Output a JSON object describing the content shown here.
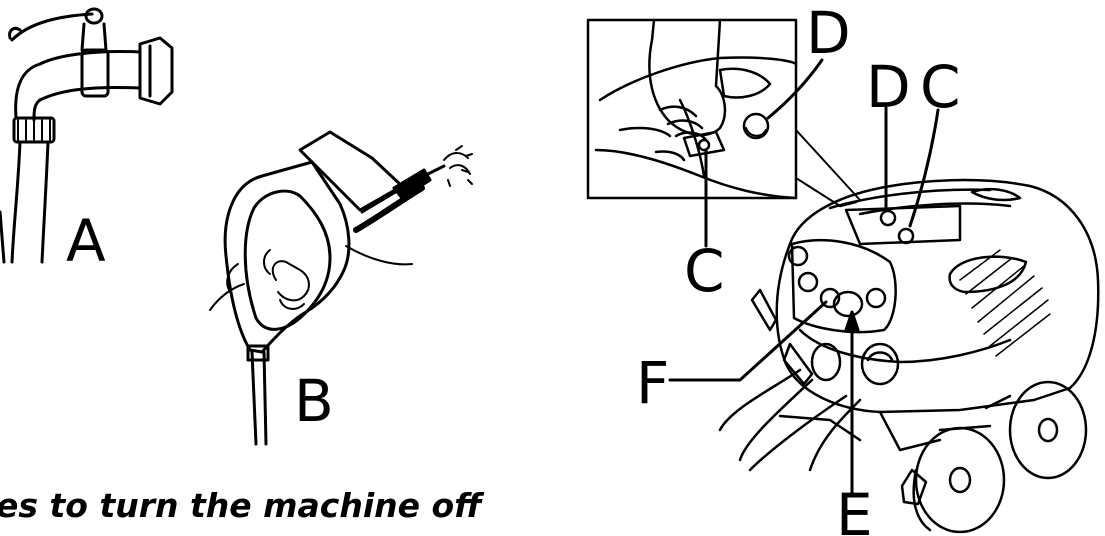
{
  "caption": "es to turn the machine off",
  "callouts": {
    "a": "A",
    "b": "B",
    "c_inset": "C",
    "d_inset": "D",
    "d_machine": "D",
    "c_machine": "C",
    "f": "F",
    "e": "E"
  },
  "colors": {
    "ink": "#000000",
    "paper": "#ffffff"
  }
}
